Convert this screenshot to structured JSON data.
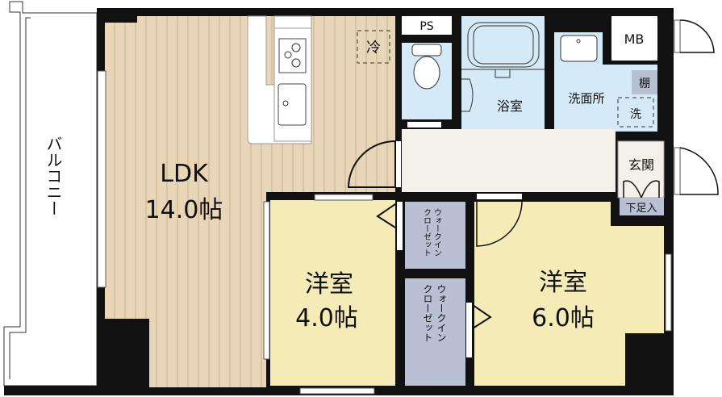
{
  "colors": {
    "wall": "#111111",
    "ldk_floor": "#e9d6b8",
    "ldk_stripe": "#c8b08d",
    "western_room": "#f4ebb6",
    "wet_area": "#d4eaf6",
    "hallway": "#f3f0ea",
    "storage": "#b9c0d3"
  },
  "balcony": {
    "label": "バルコニー"
  },
  "ldk": {
    "name": "LDK",
    "size": "14.0帖"
  },
  "fridge": {
    "label": "冷"
  },
  "ps": {
    "label": "PS"
  },
  "bath": {
    "label": "浴室"
  },
  "washroom": {
    "label": "洗面所",
    "washer": "洗",
    "shelf": "棚"
  },
  "mb": {
    "label": "MB"
  },
  "entrance": {
    "label": "玄関",
    "shoe_cabinet": "下足入"
  },
  "room_small": {
    "name": "洋室",
    "size": "4.0帖"
  },
  "room_large": {
    "name": "洋室",
    "size": "6.0帖"
  },
  "closet_1": {
    "line1": "ウォークイン",
    "line2": "クローゼット"
  },
  "closet_2": {
    "line1": "ウォークイン",
    "line2": "クローゼット"
  }
}
